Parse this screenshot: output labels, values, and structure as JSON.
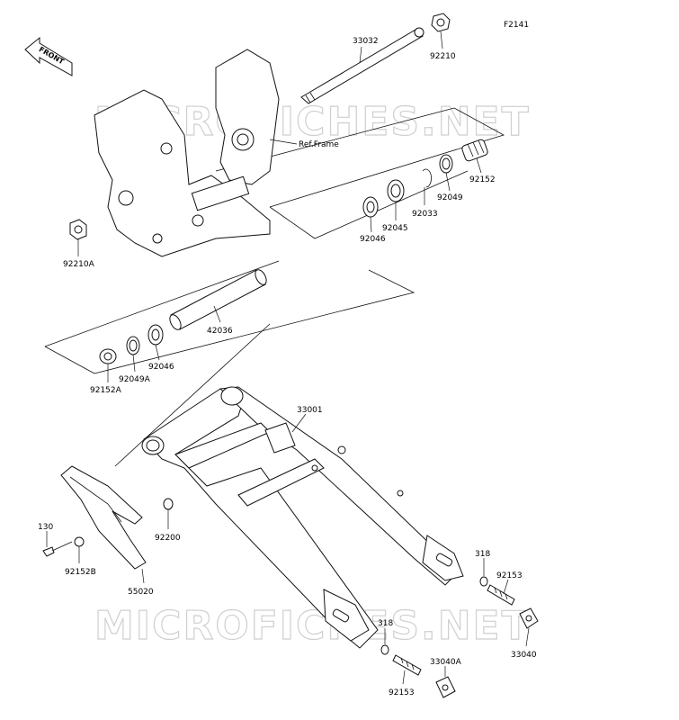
{
  "figure_code": "F2141",
  "front_label": "FRONT",
  "watermark": "MICROFICHES.NET",
  "ref_frame_label": "Ref.Frame",
  "callouts": [
    {
      "id": "33032"
    },
    {
      "id": "92210"
    },
    {
      "id": "92210A"
    },
    {
      "id": "92152"
    },
    {
      "id": "92049"
    },
    {
      "id": "92033"
    },
    {
      "id": "92045"
    },
    {
      "id": "92046"
    },
    {
      "id": "42036"
    },
    {
      "id": "92046"
    },
    {
      "id": "92049A"
    },
    {
      "id": "92152A"
    },
    {
      "id": "33001"
    },
    {
      "id": "92200"
    },
    {
      "id": "130"
    },
    {
      "id": "92152B"
    },
    {
      "id": "55020"
    },
    {
      "id": "318"
    },
    {
      "id": "92153"
    },
    {
      "id": "33040"
    },
    {
      "id": "318"
    },
    {
      "id": "33040A"
    },
    {
      "id": "92153"
    }
  ]
}
